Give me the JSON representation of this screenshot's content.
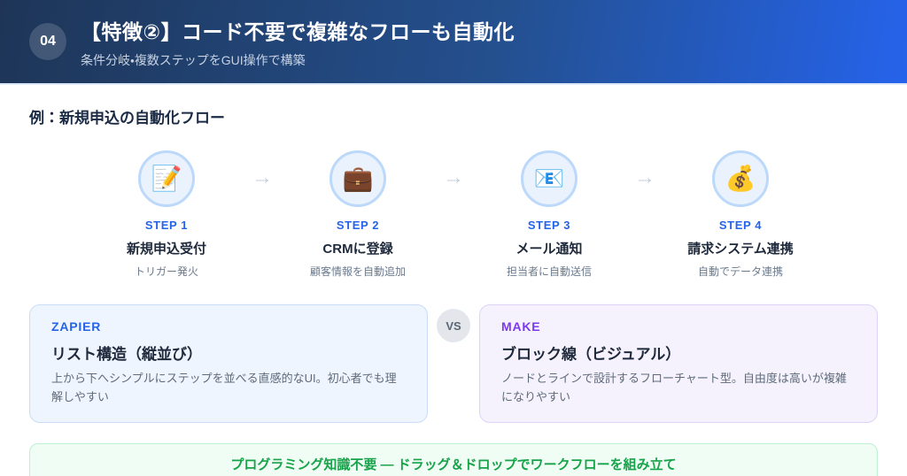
{
  "header": {
    "badge": "04",
    "title": "【特徴②】コード不要で複雑なフローも自動化",
    "subtitle": "条件分岐・複数ステップをGUI操作で構築"
  },
  "flow": {
    "heading": "例：新規申込の自動化フロー",
    "arrow": "→",
    "steps": [
      {
        "label": "STEP 1",
        "title": "新規申込受付",
        "description": "トリガー発火",
        "emoji": "📝",
        "icon": "memo-icon"
      },
      {
        "label": "STEP 2",
        "title": "CRMに登録",
        "description": "顧客情報を自動追加",
        "emoji": "💼",
        "icon": "briefcase-icon"
      },
      {
        "label": "STEP 3",
        "title": "メール通知",
        "description": "担当者に自動送信",
        "emoji": "📧",
        "icon": "email-icon"
      },
      {
        "label": "STEP 4",
        "title": "請求システム連携",
        "description": "自動でデータ連携",
        "emoji": "💰",
        "icon": "money-bag-icon"
      }
    ]
  },
  "comparison": {
    "vs_label": "VS",
    "left": {
      "brand": "ZAPIER",
      "title": "リスト構造（縦並び）",
      "description": "上から下へシンプルにステップを並べる直感的なUI。初心者でも理解しやすい"
    },
    "right": {
      "brand": "MAKE",
      "title": "ブロック線（ビジュアル）",
      "description": "ノードとラインで設計するフローチャート型。自由度は高いが複雑になりやすい"
    }
  },
  "banner": {
    "text": "プログラミング知識不要 — ドラッグ＆ドロップでワークフローを組み立て"
  },
  "colors": {
    "header_gradient_start": "#1e3557",
    "header_gradient_end": "#2563eb",
    "accent_blue": "#2563eb",
    "accent_purple": "#7c3aed",
    "accent_green": "#17a34a",
    "step_circle_bg": "#e9f2fd",
    "step_circle_border": "#bcd9fb",
    "zapier_box_bg": "#eef5fe",
    "make_box_bg": "#f5f2fd",
    "banner_bg": "#f0fdf4"
  }
}
